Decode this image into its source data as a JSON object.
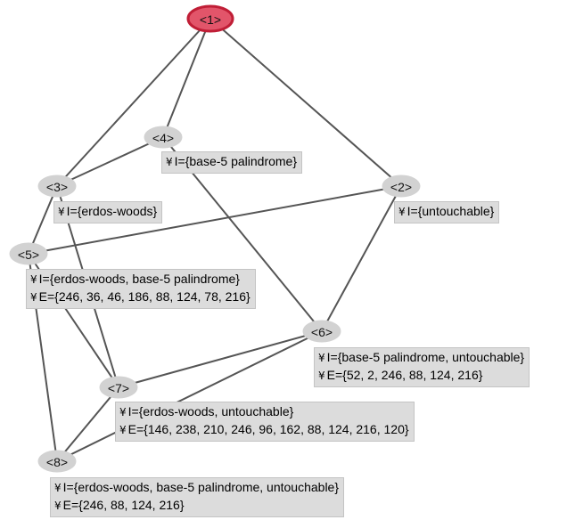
{
  "colors": {
    "top_node_fill": "#e2556a",
    "top_node_border": "#c01e36",
    "node_fill": "#d2d2d2",
    "label_fill": "#dcdcdc",
    "edge": "#555555"
  },
  "label_glyph": "¥",
  "nodes": [
    {
      "id": "1",
      "text": "<1>"
    },
    {
      "id": "2",
      "text": "<2>"
    },
    {
      "id": "3",
      "text": "<3>"
    },
    {
      "id": "4",
      "text": "<4>"
    },
    {
      "id": "5",
      "text": "<5>"
    },
    {
      "id": "6",
      "text": "<6>"
    },
    {
      "id": "7",
      "text": "<7>"
    },
    {
      "id": "8",
      "text": "<8>"
    }
  ],
  "edges": [
    [
      "1",
      "4"
    ],
    [
      "1",
      "3"
    ],
    [
      "1",
      "2"
    ],
    [
      "4",
      "3"
    ],
    [
      "4",
      "6"
    ],
    [
      "3",
      "5"
    ],
    [
      "3",
      "7"
    ],
    [
      "2",
      "5"
    ],
    [
      "2",
      "6"
    ],
    [
      "5",
      "8"
    ],
    [
      "5",
      "7"
    ],
    [
      "6",
      "7"
    ],
    [
      "6",
      "8"
    ],
    [
      "7",
      "8"
    ]
  ],
  "labels": {
    "node4": {
      "I": "I={base-5 palindrome}"
    },
    "node3": {
      "I": "I={erdos-woods}"
    },
    "node2": {
      "I": "I={untouchable}"
    },
    "node5": {
      "I": "I={erdos-woods, base-5 palindrome}",
      "E": "E={246, 36, 46, 186, 88, 124, 78, 216}"
    },
    "node6": {
      "I": "I={base-5 palindrome, untouchable}",
      "E": "E={52, 2, 246, 88, 124, 216}"
    },
    "node7": {
      "I": "I={erdos-woods, untouchable}",
      "E": "E={146, 238, 210, 246, 96, 162, 88, 124, 216, 120}"
    },
    "node8": {
      "I": "I={erdos-woods, base-5 palindrome, untouchable}",
      "E": "E={246, 88, 124, 216}"
    }
  }
}
